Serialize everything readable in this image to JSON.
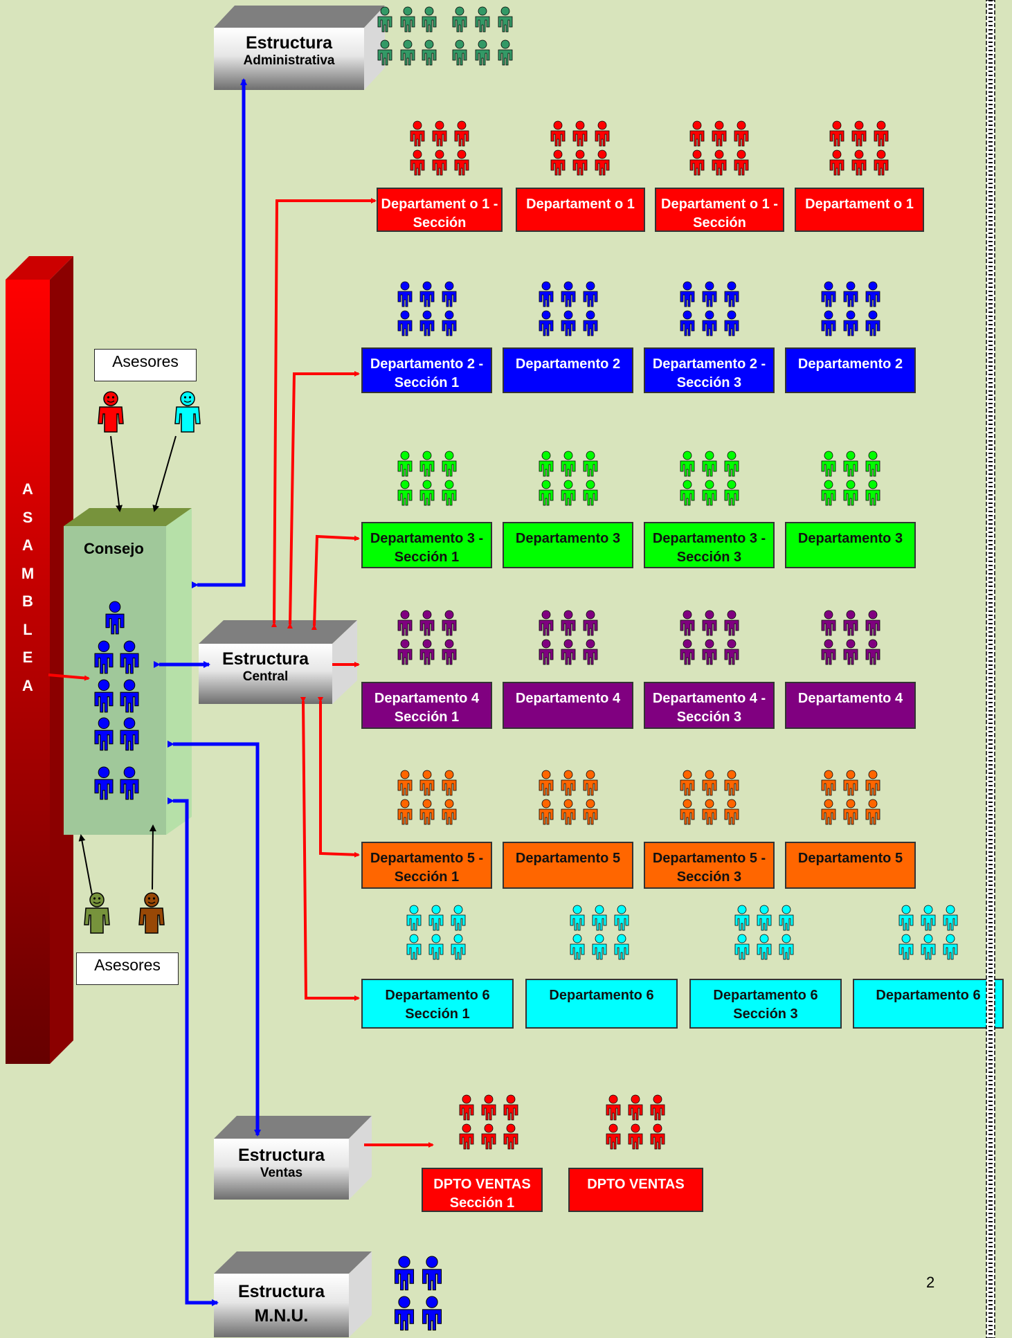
{
  "asamblea": {
    "letters": [
      "A",
      "S",
      "A",
      "M",
      "B",
      "L",
      "E",
      "A"
    ]
  },
  "consejo": {
    "title": "Consejo"
  },
  "asesores": {
    "top_label": "Asesores",
    "bottom_label": "Asesores"
  },
  "structures": {
    "administrativa": {
      "title": "Estructura",
      "subtitle": "Administrativa"
    },
    "central": {
      "title": "Estructura",
      "subtitle": "Central"
    },
    "ventas": {
      "title": "Estructura",
      "subtitle": "Ventas"
    },
    "mnu": {
      "title": "Estructura",
      "subtitle": "M.N.U."
    }
  },
  "departments": [
    {
      "color": "#ff0000",
      "text": "dark",
      "labels": [
        "Departament o 1 - Sección",
        "Departament o 1",
        "Departament o 1 - Sección",
        "Departament o 1"
      ]
    },
    {
      "color": "#0000ff",
      "text": "dark",
      "labels": [
        "Departamento 2 - Sección 1",
        "Departamento 2",
        "Departamento 2 - Sección 3",
        "Departamento 2"
      ]
    },
    {
      "color": "#00ff00",
      "text": "light",
      "labels": [
        "Departamento 3 - Sección 1",
        "Departamento 3",
        "Departamento 3 - Sección 3",
        "Departamento 3"
      ]
    },
    {
      "color": "#800080",
      "text": "dark",
      "labels": [
        "Departamento 4 Sección 1",
        "Departamento 4",
        "Departamento 4 - Sección 3",
        "Departamento 4"
      ]
    },
    {
      "color": "#ff6600",
      "text": "light",
      "labels": [
        "Departamento 5 - Sección 1",
        "Departamento 5",
        "Departamento 5 - Sección 3",
        "Departamento 5"
      ]
    },
    {
      "color": "#00ffff",
      "text": "light",
      "labels": [
        "Departamento 6 Sección 1",
        "Departamento 6",
        "Departamento 6 Sección 3",
        "Departamento 6"
      ]
    }
  ],
  "ventas_departments": {
    "color": "#ff0000",
    "labels": [
      "DPTO VENTAS Sección 1",
      "DPTO VENTAS"
    ]
  },
  "page_number": "2",
  "colors": {
    "background": "#d8e4bc",
    "asamblea": "#cc0000",
    "consejo": "#93c47d",
    "admin_staff": "#339966",
    "arrow_blue": "#0000ff",
    "arrow_red": "#ff0000",
    "advisor_red": "#ff0000",
    "advisor_cyan": "#00ffff",
    "advisor_olive": "#77933c",
    "advisor_brown": "#984806"
  }
}
